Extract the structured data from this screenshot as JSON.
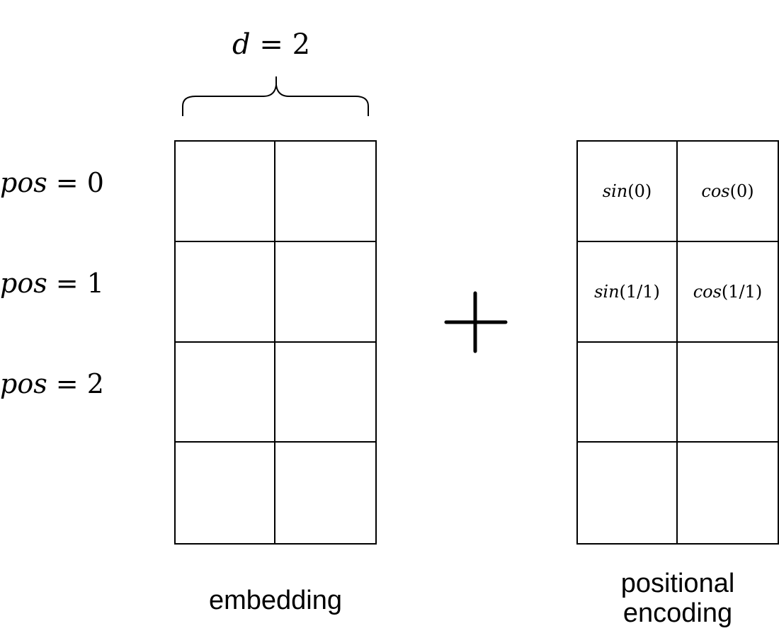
{
  "dimension_label": {
    "var": "d",
    "op": " = ",
    "value": "2"
  },
  "position_labels": [
    {
      "var": "pos",
      "op": " = ",
      "value": "0"
    },
    {
      "var": "pos",
      "op": " = ",
      "value": "1"
    },
    {
      "var": "pos",
      "op": " = ",
      "value": "2"
    }
  ],
  "embedding": {
    "label": "embedding",
    "rows": 4,
    "cols": 2,
    "cells": [
      [
        "",
        ""
      ],
      [
        "",
        ""
      ],
      [
        "",
        ""
      ],
      [
        "",
        ""
      ]
    ]
  },
  "operator": {
    "symbol": "plus",
    "name": "plus-icon"
  },
  "positional_encoding": {
    "label_line1": "positional",
    "label_line2": "encoding",
    "rows": 4,
    "cols": 2,
    "cells": [
      [
        {
          "fn": "sin",
          "arg": "(0)"
        },
        {
          "fn": "cos",
          "arg": "(0)"
        }
      ],
      [
        {
          "fn": "sin",
          "arg": "(1/1)"
        },
        {
          "fn": "cos",
          "arg": "(1/1)"
        }
      ],
      [
        {
          "fn": "",
          "arg": ""
        },
        {
          "fn": "",
          "arg": ""
        }
      ],
      [
        {
          "fn": "",
          "arg": ""
        },
        {
          "fn": "",
          "arg": ""
        }
      ]
    ]
  }
}
